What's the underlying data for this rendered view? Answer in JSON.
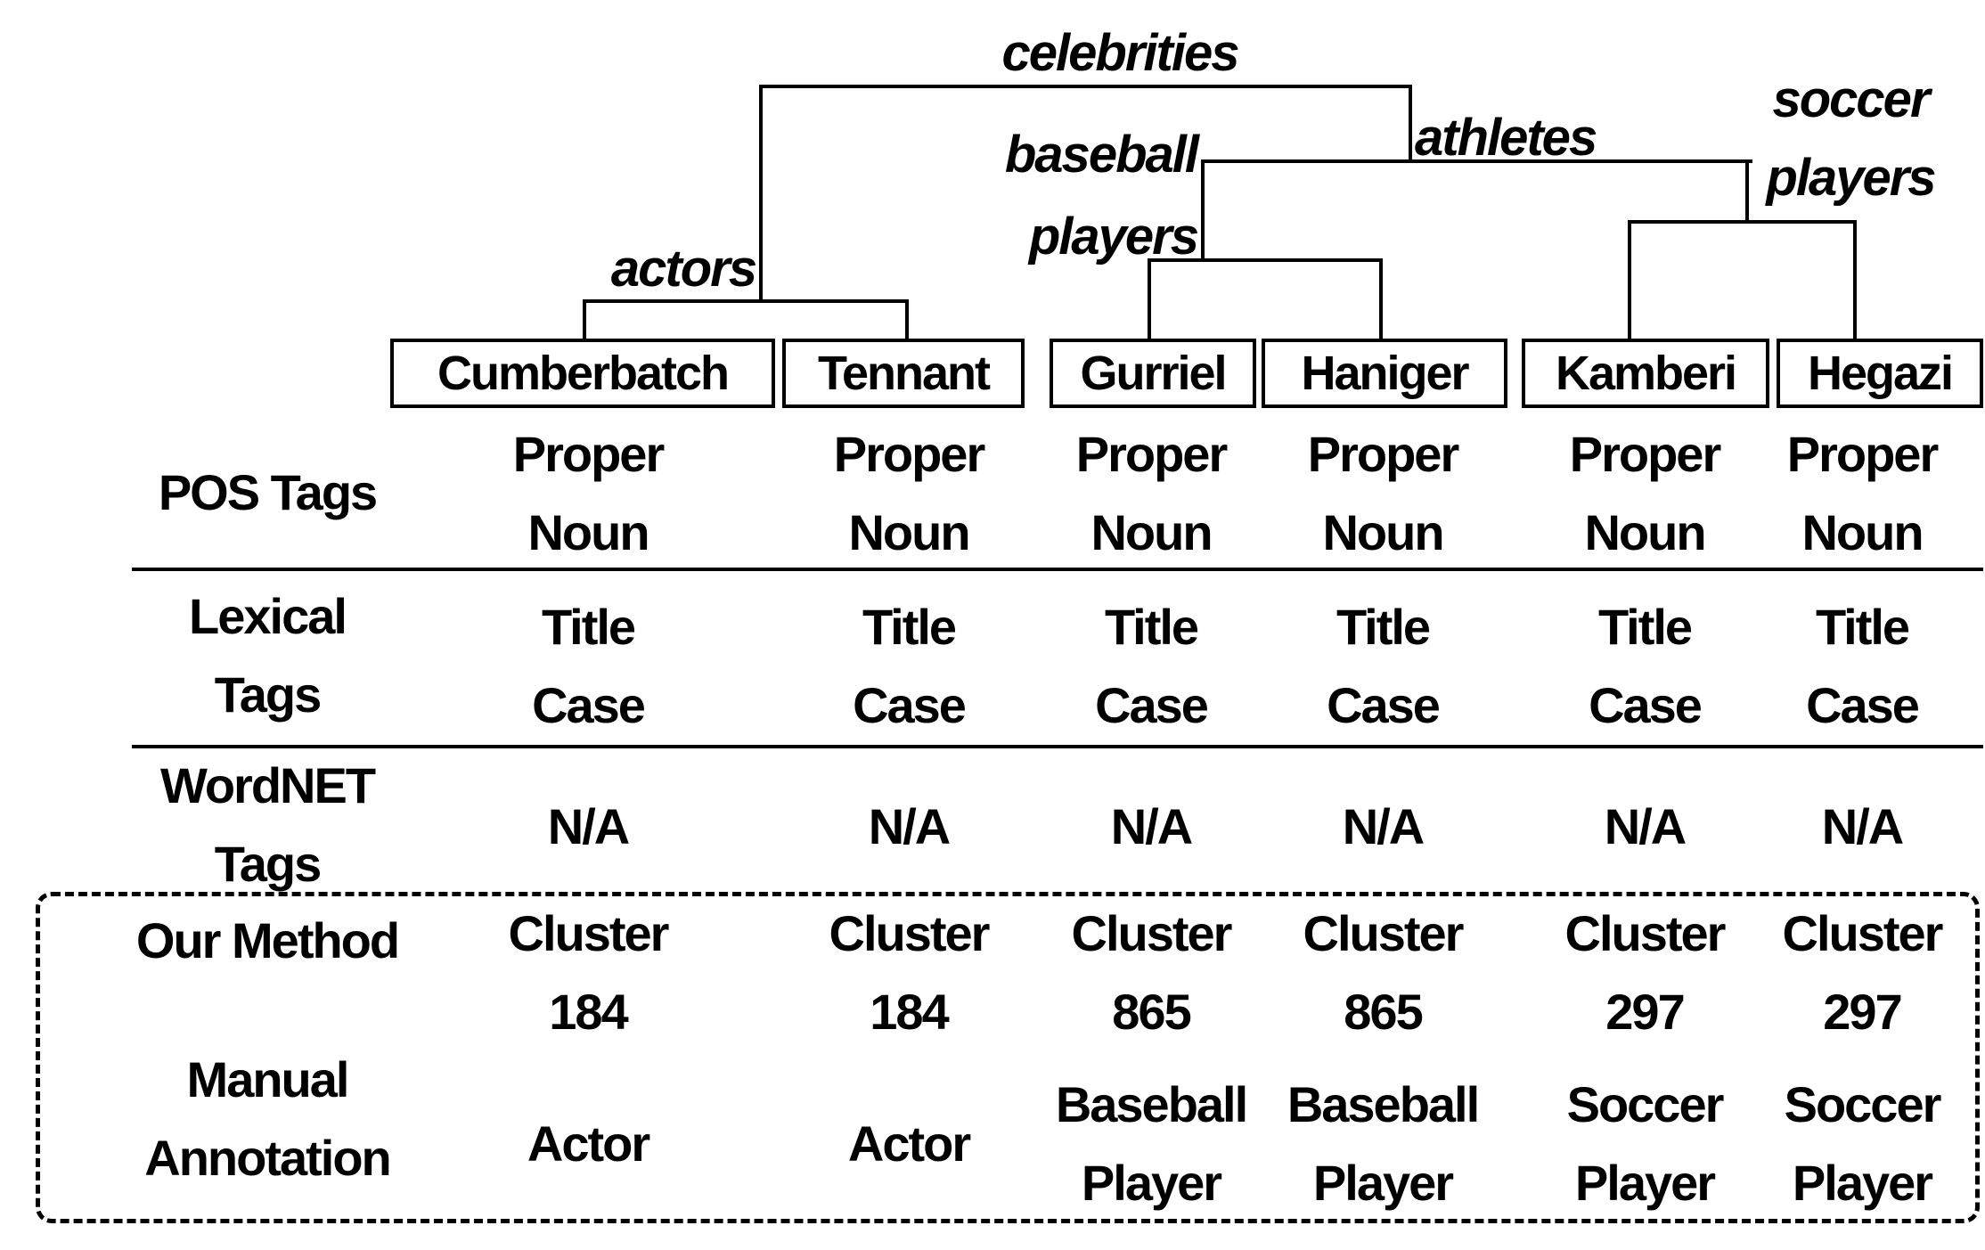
{
  "colors": {
    "ink": "#000000",
    "background": "#ffffff"
  },
  "tree": {
    "label": "celebrities",
    "children": [
      {
        "label": "actors",
        "children": [
          {
            "leaf": "Cumberbatch"
          },
          {
            "leaf": "Tennant"
          }
        ]
      },
      {
        "label": "athletes",
        "children": [
          {
            "label": "baseball\nplayers",
            "children": [
              {
                "leaf": "Gurriel"
              },
              {
                "leaf": "Haniger"
              }
            ]
          },
          {
            "label": "soccer\nplayers",
            "children": [
              {
                "leaf": "Kamberi"
              },
              {
                "leaf": "Hegazi"
              }
            ]
          }
        ]
      }
    ]
  },
  "table": {
    "columns": [
      "Cumberbatch",
      "Tennant",
      "Gurriel",
      "Haniger",
      "Kamberi",
      "Hegazi"
    ],
    "rows": [
      {
        "label": "POS Tags",
        "values": [
          "Proper\nNoun",
          "Proper\nNoun",
          "Proper\nNoun",
          "Proper\nNoun",
          "Proper\nNoun",
          "Proper\nNoun"
        ]
      },
      {
        "label": "Lexical\nTags",
        "values": [
          "Title\nCase",
          "Title\nCase",
          "Title\nCase",
          "Title\nCase",
          "Title\nCase",
          "Title\nCase"
        ]
      },
      {
        "label": "WordNET\nTags",
        "values": [
          "N/A",
          "N/A",
          "N/A",
          "N/A",
          "N/A",
          "N/A"
        ]
      },
      {
        "label": "Our Method",
        "values": [
          "Cluster\n184",
          "Cluster\n184",
          "Cluster\n865",
          "Cluster\n865",
          "Cluster\n297",
          "Cluster\n297"
        ]
      },
      {
        "label": "Manual\nAnnotation",
        "values": [
          "Actor",
          "Actor",
          "Baseball\nPlayer",
          "Baseball\nPlayer",
          "Soccer\nPlayer",
          "Soccer\nPlayer"
        ]
      }
    ]
  }
}
